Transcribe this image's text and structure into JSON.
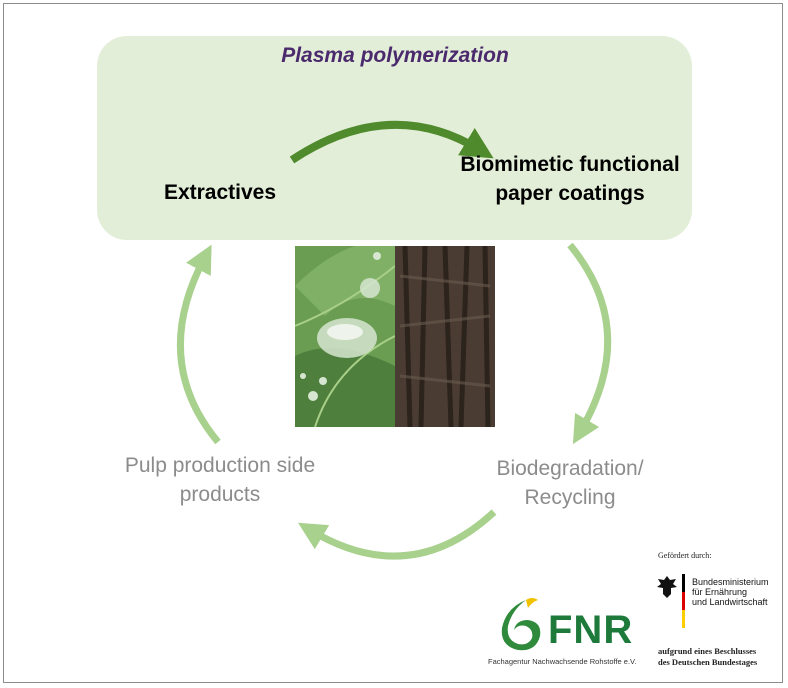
{
  "diagram": {
    "top_process_label": "Plasma polymerization",
    "nodes": {
      "extractives": "Extractives",
      "biomimetic": "Biomimetic functional paper coatings",
      "biodegradation": "Biodegradation/ Recycling",
      "pulp": "Pulp production side products"
    },
    "colors": {
      "top_box": "#e3eed8",
      "main_arrow": "#4f8a2c",
      "cycle_arrow": "#a9d18e",
      "plasma_text": "#4a2a6d",
      "cycle_text": "#8c8c8c"
    },
    "photo_icon": "leaf-water-drops-and-bark-photo"
  },
  "logos": {
    "fnr": {
      "acronym": "FNR",
      "full_name": "Fachagentur Nachwachsende Rohstoffe e.V."
    },
    "funding": {
      "label": "Gefördert durch:",
      "ministry": [
        "Bundesministerium",
        "für Ernährung",
        "und Landwirtschaft"
      ],
      "resolution": [
        "aufgrund eines Beschlusses",
        "des Deutschen Bundestages"
      ]
    }
  }
}
